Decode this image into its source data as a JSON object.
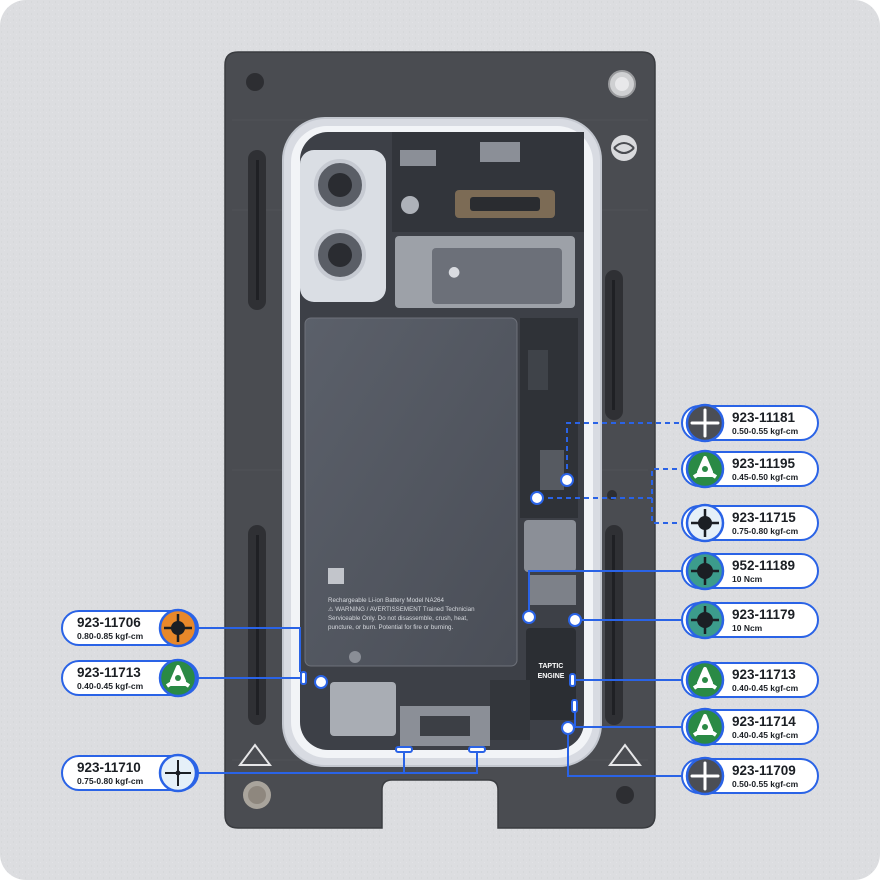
{
  "colors": {
    "accent": "#2a63e6",
    "background": "#dcdde0",
    "fixture": "#47494e",
    "battery": "#525761",
    "torx": "#2a8a45",
    "tri_point": "#2a8a45",
    "phillips": "#4b4e55",
    "torx_plus": "#3c9c8c",
    "orange": "#e8882a",
    "icon_ring": "#2a63e6"
  },
  "callouts": [
    {
      "part": "923-11181",
      "torque": "0.50-0.55 kgf-cm",
      "icon": "phillips-icon",
      "color": "#4b4e55"
    },
    {
      "part": "923-11195",
      "torque": "0.45-0.50 kgf-cm",
      "icon": "tri-point-icon",
      "color": "#2a8a45"
    },
    {
      "part": "923-11715",
      "torque": "0.75-0.80 kgf-cm",
      "icon": "torx-icon",
      "color": "#e5f0f8"
    },
    {
      "part": "952-11189",
      "torque": "10 Ncm",
      "icon": "torx-plus-icon",
      "color": "#3c9c8c"
    },
    {
      "part": "923-11179",
      "torque": "10 Ncm",
      "icon": "torx-plus-icon",
      "color": "#3c9c8c"
    },
    {
      "part": "923-11713",
      "torque": "0.40-0.45 kgf-cm",
      "icon": "tri-point-icon",
      "color": "#2a8a45"
    },
    {
      "part": "923-11714",
      "torque": "0.40-0.45 kgf-cm",
      "icon": "tri-point-icon",
      "color": "#2a8a45"
    },
    {
      "part": "923-11709",
      "torque": "0.50-0.55 kgf-cm",
      "icon": "phillips-icon",
      "color": "#4b4e55"
    },
    {
      "part": "923-11706",
      "torque": "0.80-0.85 kgf-cm",
      "icon": "torx-icon",
      "color": "#e8882a"
    },
    {
      "part": "923-11713",
      "torque": "0.40-0.45 kgf-cm",
      "icon": "tri-point-icon",
      "color": "#2a8a45"
    },
    {
      "part": "923-11710",
      "torque": "0.75-0.80 kgf-cm",
      "icon": "cross-icon",
      "color": "#e5f0f8"
    }
  ],
  "battery": {
    "line1": "Rechargeable Li-ion Battery  Model NA264",
    "line2": "⚠ WARNING / AVERTISSEMENT  Trained Technician",
    "line3": "Serviceable Only. Do not disassemble, crush, heat,",
    "line4": "puncture, or burn. Potential for fire or burning."
  },
  "taptic": {
    "line1": "TAPTIC",
    "line2": "ENGINE"
  }
}
